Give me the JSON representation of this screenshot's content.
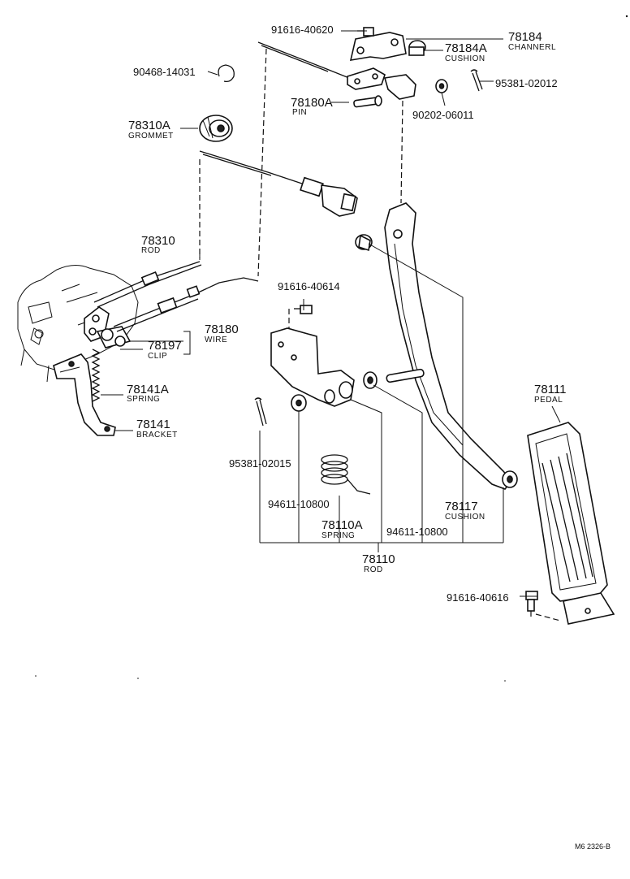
{
  "labels": {
    "p91616_40620": "91616-40620",
    "p78184": "78184",
    "p78184_name": "CHANNERL",
    "p78184A": "78184A",
    "p78184A_name": "CUSHION",
    "p90468_14031": "90468-14031",
    "p95381_02012": "95381-02012",
    "p78180A": "78180A",
    "p78180A_name": "PIN",
    "p90202_06011": "90202-06011",
    "p78310A": "78310A",
    "p78310A_name": "GROMMET",
    "p78310": "78310",
    "p78310_name": "ROD",
    "p91616_40614": "91616-40614",
    "p78180": "78180",
    "p78180_name": "WIRE",
    "p78197": "78197",
    "p78197_name": "CLIP",
    "p78141A": "78141A",
    "p78141A_name": "SPRING",
    "p78141": "78141",
    "p78141_name": "BRACKET",
    "p78111": "78111",
    "p78111_name": "PEDAL",
    "p95381_02015": "95381-02015",
    "p94611_10800_a": "94611-10800",
    "p78110A": "78110A",
    "p78110A_name": "SPRING",
    "p94611_10800_b": "94611-10800",
    "p78117": "78117",
    "p78117_name": "CUSHION",
    "p78110": "78110",
    "p78110_name": "ROD",
    "p91616_40616": "91616-40616",
    "diagram_code": "M6 2326-B"
  },
  "icons": [
    "engine-block",
    "accelerator-pedal",
    "pedal-rod",
    "throttle-link",
    "grommet",
    "cable-wire",
    "return-spring",
    "bolt",
    "washer",
    "cotter-pin",
    "e-clip"
  ]
}
